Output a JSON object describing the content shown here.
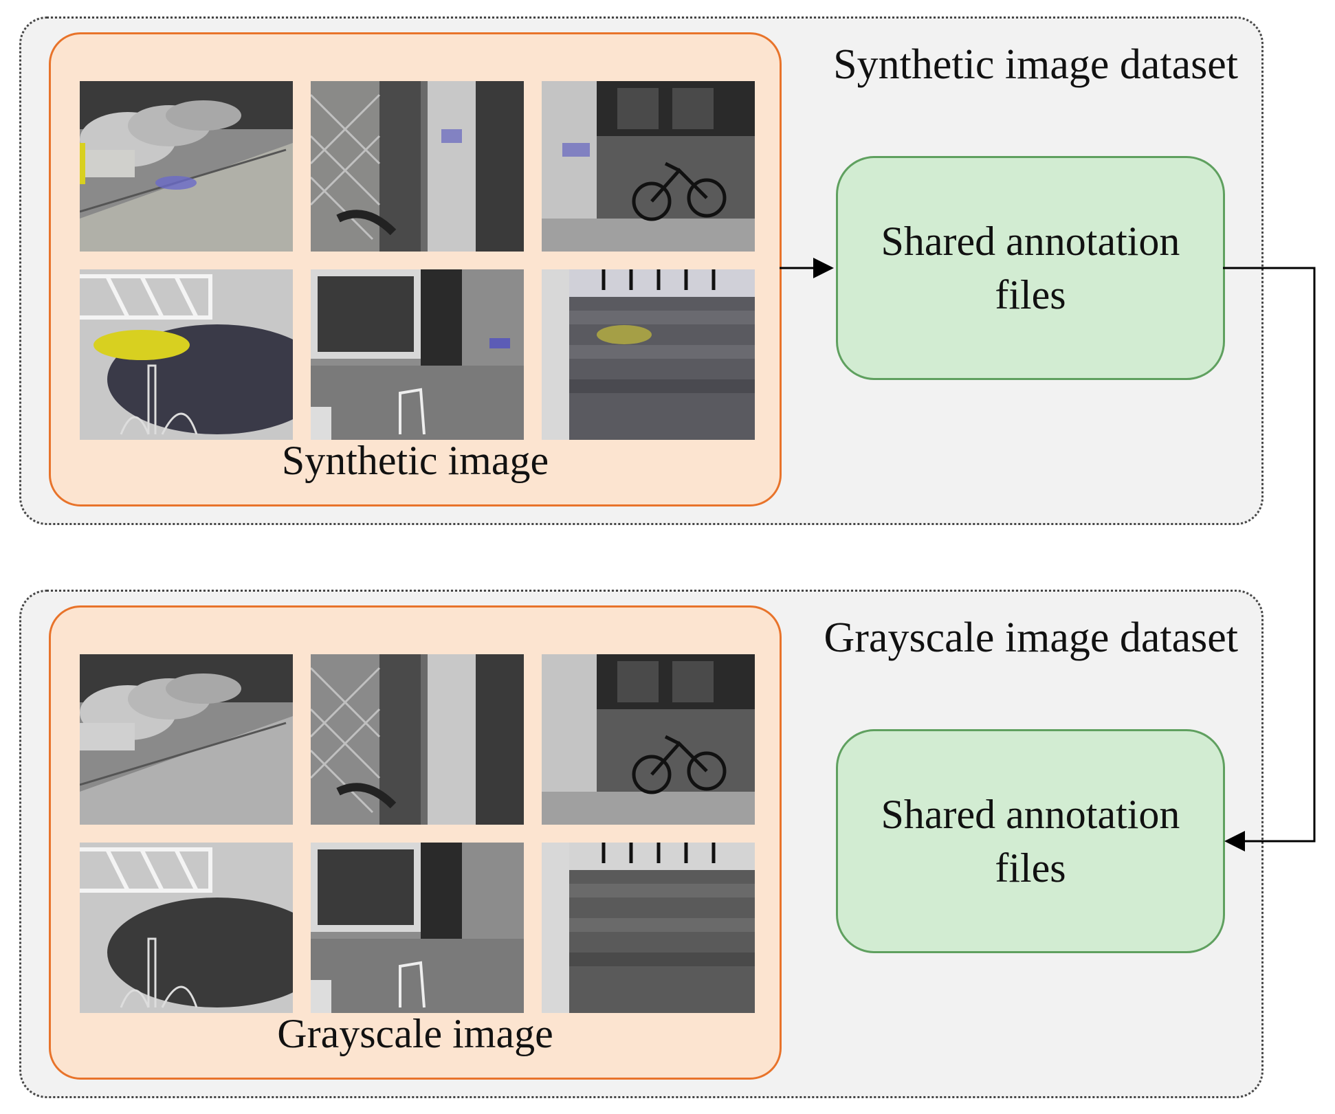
{
  "synthetic_dataset": {
    "title": "Synthetic image dataset",
    "panel_label": "Synthetic image",
    "annotation_label": "Shared annotation files",
    "tint": "#3a3aa0",
    "accent_tint": "#d8d020"
  },
  "grayscale_dataset": {
    "title": "Grayscale image dataset",
    "panel_label": "Grayscale image",
    "annotation_label": "Shared annotation files"
  },
  "colors": {
    "panel_border": "#e8732a",
    "panel_fill": "#fce4d0",
    "annotation_border": "#5fa05f",
    "annotation_fill": "#d2ecd2",
    "dataset_fill": "#f2f2f2",
    "arrow": "#000000"
  },
  "thumbnails": [
    {
      "scene": "parked-cars"
    },
    {
      "scene": "brick-wall-gate"
    },
    {
      "scene": "bicycle-door"
    },
    {
      "scene": "railing-plants"
    },
    {
      "scene": "window-chair"
    },
    {
      "scene": "steps-fence"
    }
  ]
}
